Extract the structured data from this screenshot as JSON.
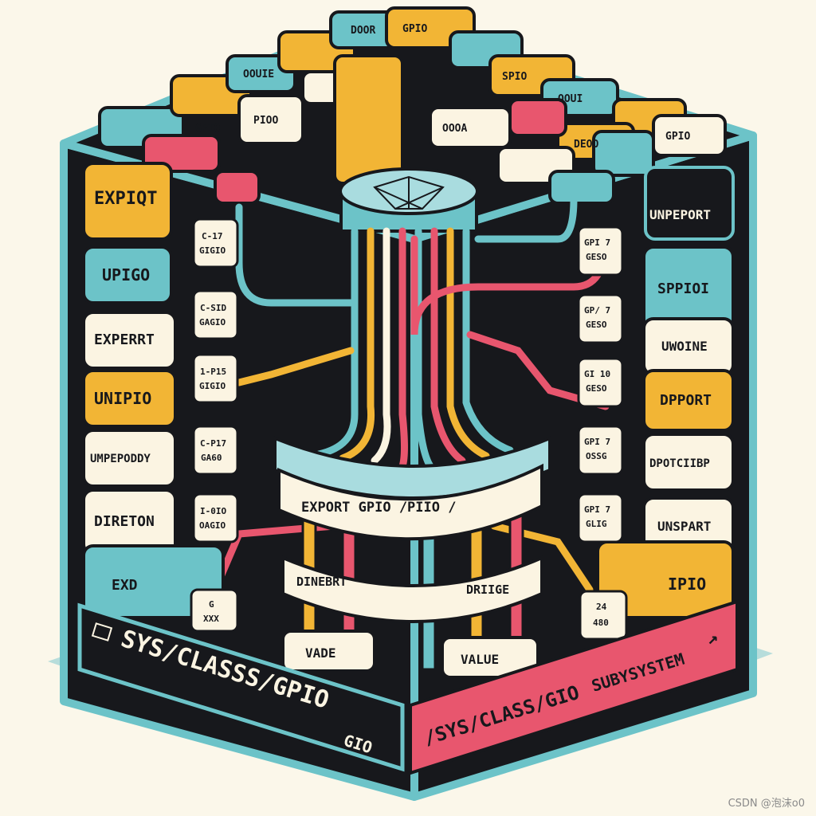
{
  "colors": {
    "background": "#fbf7ea",
    "teal": "#6cc3c8",
    "yellow": "#f2b535",
    "pink": "#e8566e",
    "cream": "#fbf4e2",
    "dark": "#17181c"
  },
  "left_labels": {
    "l1": "EXPIQT",
    "l2": "UPIGO",
    "l3": "EXPERRT",
    "l4": "UNIPIO",
    "l5": "UMPEPODDY",
    "l6": "DIRETON",
    "l7": "EXD"
  },
  "left_tags": [
    {
      "a": "C-17",
      "b": "GIGIO"
    },
    {
      "a": "C-SID",
      "b": "GAGIO"
    },
    {
      "a": "1-P15",
      "b": "GIGIO"
    },
    {
      "a": "C-P17",
      "b": "GA60"
    },
    {
      "a": "I-0IO",
      "b": "OAGIO"
    }
  ],
  "bottom_left_tag": {
    "a": "G",
    "b": "XXX"
  },
  "right_labels": {
    "r1": "UNPEPORT",
    "r2": "SPPIOI",
    "r3": "UWOINE",
    "r4": "DPPORT",
    "r5": "DPOTCIIBP",
    "r6": "UNSPART",
    "r7": "IPIO"
  },
  "right_tags": [
    {
      "a": "GPI 7",
      "b": "GESO"
    },
    {
      "a": "GP/ 7",
      "b": "GESO"
    },
    {
      "a": "GI 10",
      "b": "GESO"
    },
    {
      "a": "GPI 7",
      "b": "OSSG"
    },
    {
      "a": "GPI 7",
      "b": "GLIG"
    }
  ],
  "bottom_right_tag": {
    "a": "24",
    "b": "480"
  },
  "center": {
    "ribbon": "EXPORT   GPIO   /PIIO /",
    "inner_left": "DINEBRT",
    "inner_right": "DRIIGE",
    "value_left": "VADE",
    "value_right": "VALUE"
  },
  "base": {
    "left_text": "SYS/CLASSS/GPIO",
    "left_small": "GIO",
    "right_text": "/SYS/CLASS/GIO",
    "right_strong": "SUBYSYSTEM"
  },
  "top_blocks": {
    "t1": "GPIO",
    "t2": "OOUIE",
    "t3": "DOOR",
    "t4": "GPIO",
    "t5": "SPIO",
    "t6": "OOUI",
    "t7": "PIOO",
    "t8": "OOOA",
    "t9": "GPIO",
    "t10": "DEOO"
  },
  "watermark": "CSDN @泡沫o0"
}
